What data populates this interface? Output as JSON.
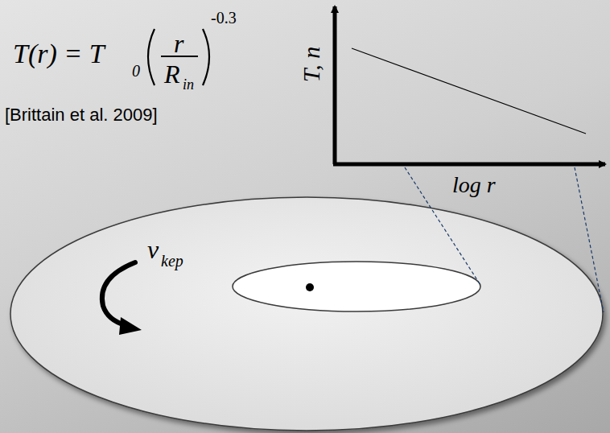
{
  "diagram": {
    "labels": [
      "T(r) = T",
      "0",
      "r",
      "R",
      "in",
      "-0.3",
      "[Brittain et al. 2009]",
      "T, n",
      "log r",
      "v",
      "kep"
    ]
  }
}
